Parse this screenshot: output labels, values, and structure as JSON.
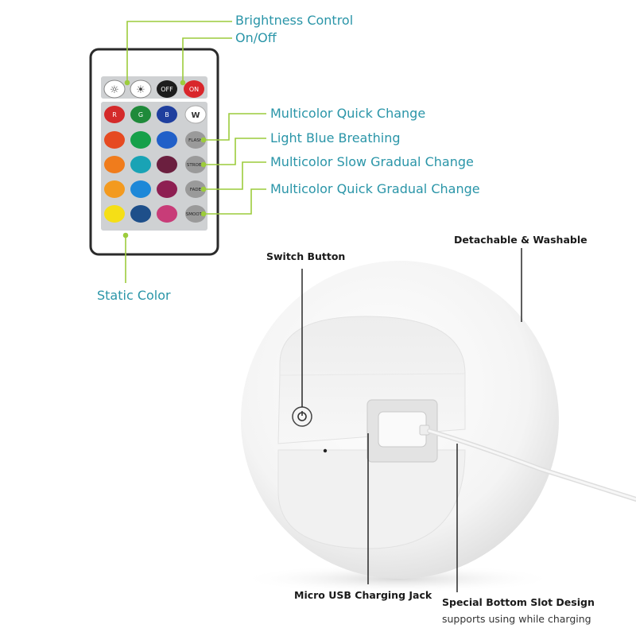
{
  "callouts": {
    "brightness": "Brightness Control",
    "onoff": "On/Off",
    "multicolor_quick": "Multicolor Quick Change",
    "light_blue": "Light Blue Breathing",
    "slow_gradual": "Multicolor Slow Gradual Change",
    "quick_gradual": "Multicolor Quick Gradual Change",
    "static_color": "Static Color",
    "switch_button": "Switch Button",
    "detachable": "Detachable & Washable",
    "micro_usb": "Micro USB Charging Jack",
    "bottom_slot": "Special Bottom Slot Design",
    "bottom_slot_sub": "supports using while charging"
  },
  "remote": {
    "off_label": "OFF",
    "on_label": "ON",
    "r_label": "R",
    "g_label": "G",
    "b_label": "B",
    "w_label": "W",
    "flash_label": "FLASH",
    "strobe_label": "STROBE",
    "fade_label": "FADE",
    "smooth_label": "SMOOTH"
  },
  "colors": {
    "callout_text": "#2a95a8",
    "leader_line": "#9ccc3c",
    "remote_panel": "#cfd1d3",
    "on_button": "#d9262b",
    "off_button": "#1d1d1d"
  }
}
